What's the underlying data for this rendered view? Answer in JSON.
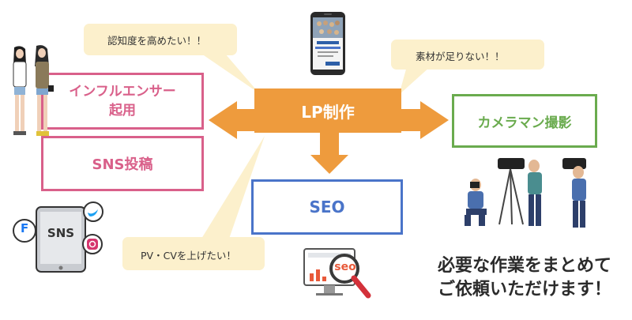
{
  "center_box": {
    "label": "LP制作",
    "color": "#EE9B3D"
  },
  "boxes": {
    "influencer": {
      "label": "インフルエンサー\n起用",
      "color": "#D9608A"
    },
    "sns_post": {
      "label": "SNS投稿",
      "color": "#D9608A"
    },
    "seo": {
      "label": "SEO",
      "color": "#4A74C9"
    },
    "camera": {
      "label": "カメラマン撮影",
      "color": "#6AAB4E"
    }
  },
  "bubbles": {
    "awareness": "認知度を高めたい！！",
    "materials": "素材が足りない！！",
    "pv_cv": "PV・CVを上げたい！"
  },
  "bubble_color": "#FCF0CC",
  "arrow_color": "#EE9B3D",
  "sns_icon": {
    "label": "SNS",
    "f_letter": "F"
  },
  "seo_badge": "seo",
  "caption": {
    "line1": "必要な作業をまとめて",
    "line2": "ご依頼いただけます！"
  }
}
